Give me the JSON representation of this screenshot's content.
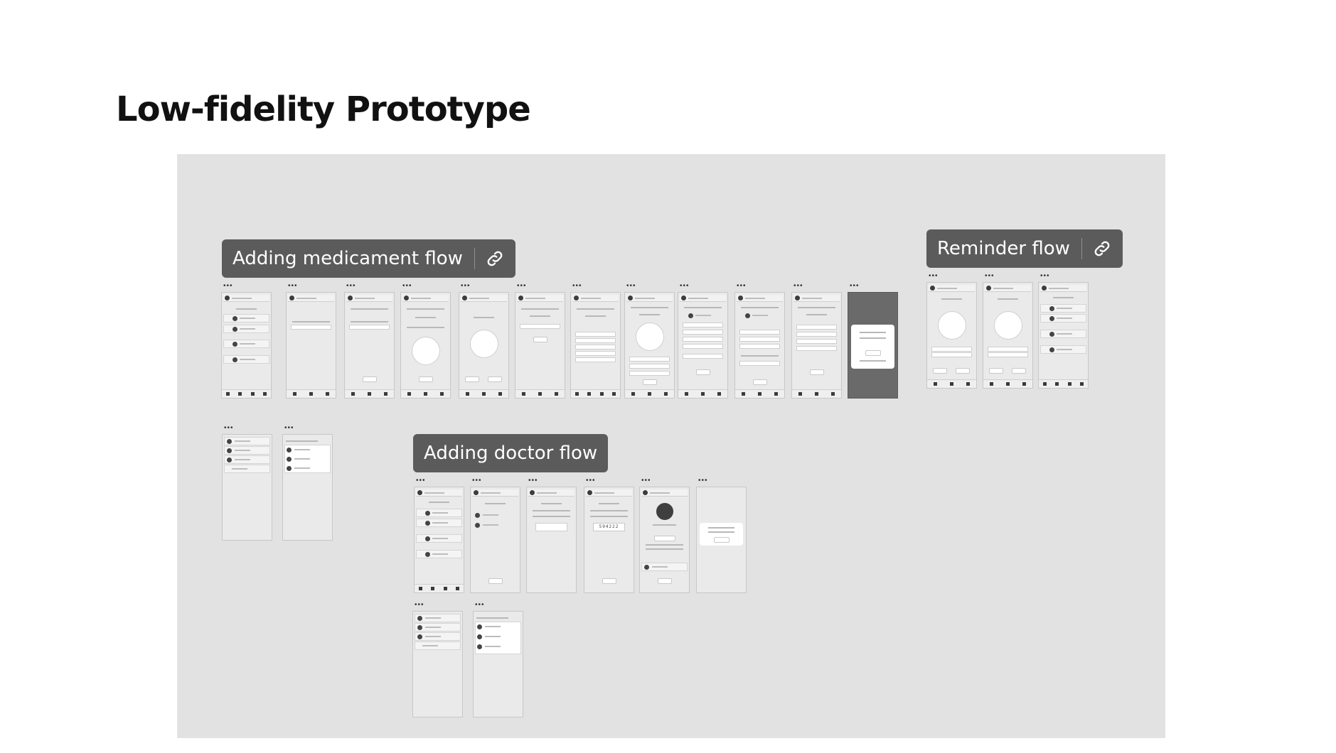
{
  "page": {
    "title": "Low-fidelity Prototype"
  },
  "flows": {
    "medicament": {
      "label": "Adding medicament flow",
      "icon": "link-icon"
    },
    "reminder": {
      "label": "Reminder flow",
      "icon": "link-icon"
    },
    "doctor": {
      "label": "Adding doctor flow"
    }
  },
  "frames": {
    "code_value": "594222"
  },
  "colors": {
    "canvas": "#e2e2e2",
    "label_bg": "#5b5b5b",
    "label_text": "#ffffff"
  }
}
